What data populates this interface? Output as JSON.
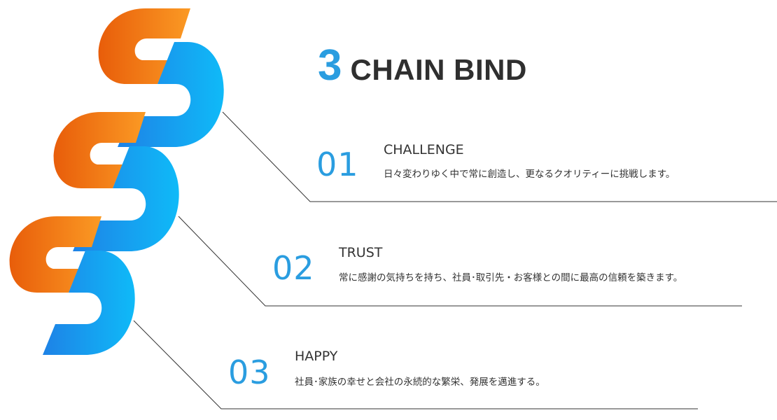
{
  "brand": {
    "title_number": "3",
    "title_text": "CHAIN BIND",
    "colors": {
      "accent_blue": "#2a9de0",
      "orange": "#ee6a12",
      "text_dark": "#2f2f2f"
    }
  },
  "items": [
    {
      "number": "01",
      "heading": "CHALLENGE",
      "description": "日々変わりゆく中で常に創造し、更なるクオリティーに挑戦します。"
    },
    {
      "number": "02",
      "heading": "TRUST",
      "description": "常に感謝の気持ちを持ち、社員･取引先・お客様との間に最高の信頼を築きます。"
    },
    {
      "number": "03",
      "heading": "HAPPY",
      "description": "社員･家族の幸せと会社の永続的な繁栄、発展を邁進する。"
    }
  ],
  "graphic": {
    "icon": "triple-s-chain-logo-icon"
  }
}
